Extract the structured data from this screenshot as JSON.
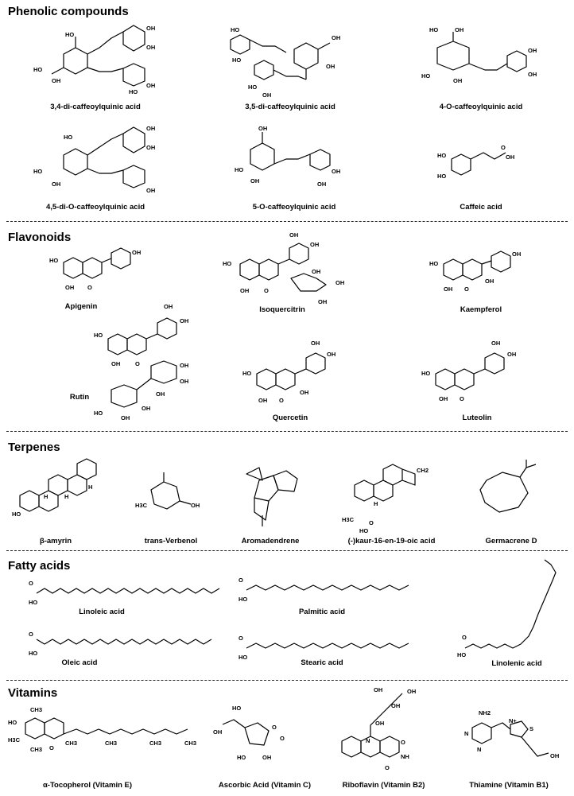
{
  "sections": [
    {
      "title": "Phenolic compounds",
      "compounds": [
        "3,4-di-caffeoylquinic acid",
        "3,5-di-caffeoylquinic acid",
        "4-O-caffeoylquinic acid",
        "4,5-di-O-caffeoylquinic acid",
        "5-O-caffeoylquinic acid",
        "Caffeic acid"
      ]
    },
    {
      "title": "Flavonoids",
      "compounds": [
        "Apigenin",
        "Isoquercitrin",
        "Kaempferol",
        "Rutin",
        "Quercetin",
        "Luteolin"
      ]
    },
    {
      "title": "Terpenes",
      "compounds": [
        "β-amyrin",
        "trans-Verbenol",
        "Aromadendrene",
        "(-)kaur-16-en-19-oic acid",
        "Germacrene D"
      ]
    },
    {
      "title": "Fatty acids",
      "compounds": [
        "Linoleic acid",
        "Palmitic acid",
        "Oleic acid",
        "Stearic acid",
        "Linolenic acid"
      ]
    },
    {
      "title": "Vitamins",
      "compounds": [
        "α-Tocopherol (Vitamin E)",
        "Ascorbic Acid (Vitamin C)",
        "Riboflavin (Vitamin B2)",
        "Thiamine (Vitamin B1)"
      ]
    }
  ],
  "atom_labels": {
    "oh": "OH",
    "ho": "HO",
    "o": "O",
    "h": "H",
    "n": "N",
    "nh": "NH",
    "nh2": "NH2",
    "s": "S",
    "h3c": "H3C",
    "ch3": "CH3",
    "ch2": "CH2",
    "n_plus": "N+"
  }
}
